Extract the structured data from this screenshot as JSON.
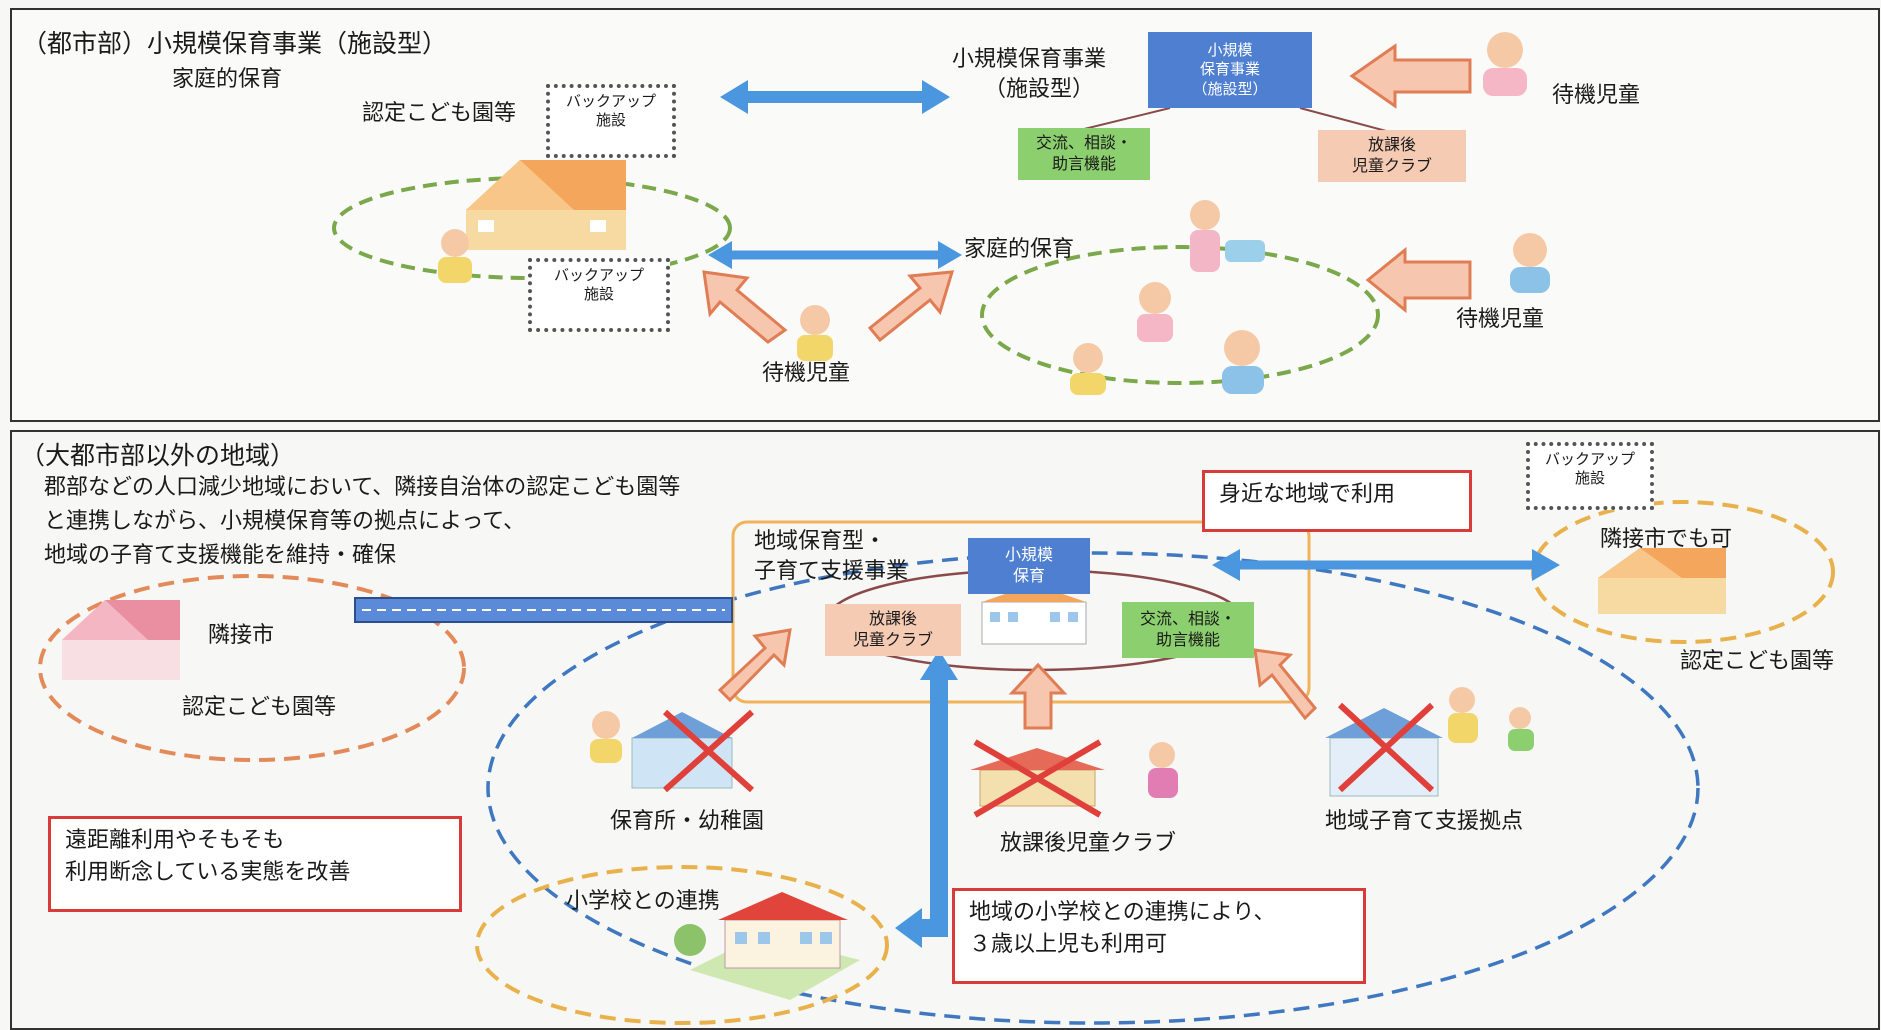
{
  "top": {
    "title_line1": "（都市部）小規模保育事業（施設型）",
    "title_line2": "家庭的保育",
    "nintei_label": "認定こども園等",
    "backup1_line1": "バックアップ",
    "backup1_line2": "施設",
    "backup2_line1": "バックアップ",
    "backup2_line2": "施設",
    "shoukibo_line1": "小規模保育事業",
    "shoukibo_line2": "（施設型）",
    "center_box_line1": "小規模",
    "center_box_line2": "保育事業",
    "center_box_line3": "（施設型）",
    "koryu_line1": "交流、相談・",
    "koryu_line2": "助言機能",
    "houkago_line1": "放課後",
    "houkago_line2": "児童クラブ",
    "katei_label": "家庭的保育",
    "taiki1": "待機児童",
    "taiki2": "待機児童",
    "taiki3": "待機児童"
  },
  "bottom": {
    "title": "（大都市部以外の地域）",
    "desc_line1": "郡部などの人口減少地域において、隣接自治体の認定こども園等",
    "desc_line2": "と連携しながら、小規模保育等の拠点によって、",
    "desc_line3": "地域の子育て支援機能を維持・確保",
    "rinsetsu_shi": "隣接市",
    "nintei_left": "認定こども園等",
    "chiiki_line1": "地域保育型・",
    "chiiki_line2": "子育て支援事業",
    "center_line1": "小規模",
    "center_line2": "保育",
    "houkago_line1": "放課後",
    "houkago_line2": "児童クラブ",
    "koryu_line1": "交流、相談・",
    "koryu_line2": "助言機能",
    "mijika": "身近な地域で利用",
    "backup_line1": "バックアップ",
    "backup_line2": "施設",
    "rinsetsu_ok": "隣接市でも可",
    "nintei_right": "認定こども園等",
    "hoikusho": "保育所・幼稚園",
    "houkago_club": "放課後児童クラブ",
    "chiiki_kyoten": "地域子育て支援拠点",
    "enkyori_line1": "遠距離利用やそもそも",
    "enkyori_line2": "利用断念している実態を改善",
    "shogakko": "小学校との連携",
    "renkei_line1": "地域の小学校との連携により、",
    "renkei_line2": "３歳以上児も利用可"
  },
  "colors": {
    "arrow_blue": "#4a97e0",
    "arrow_orange": "#f2a27e",
    "ellipse_green": "#7aa84a",
    "ellipse_orange": "#e38a5a",
    "ellipse_blue": "#3f78c0",
    "ellipse_yellow": "#e9b14c",
    "red_box": "#d93a3a"
  }
}
